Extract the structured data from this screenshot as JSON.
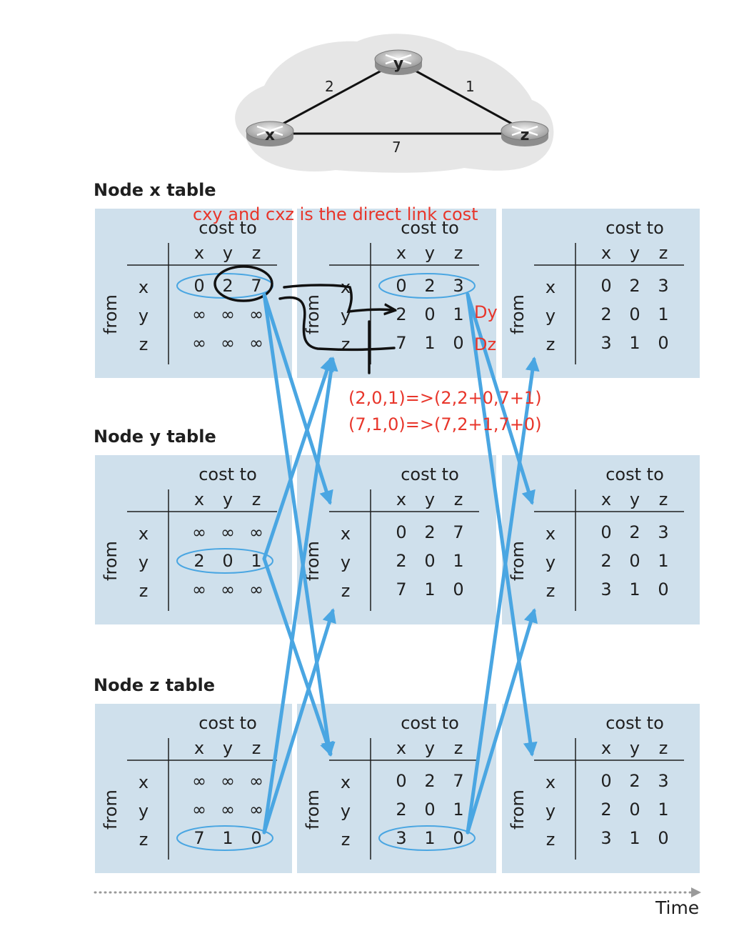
{
  "topology": {
    "nodes": {
      "x": "x",
      "y": "y",
      "z": "z"
    },
    "links": [
      {
        "from": "x",
        "to": "y",
        "cost": "2"
      },
      {
        "from": "y",
        "to": "z",
        "cost": "1"
      },
      {
        "from": "x",
        "to": "z",
        "cost": "7"
      }
    ]
  },
  "node_titles": [
    "Node x table",
    "Node y table",
    "Node z table"
  ],
  "table": {
    "header": "cost to",
    "from_label": "from",
    "columns": [
      "x",
      "y",
      "z"
    ],
    "rows": [
      "x",
      "y",
      "z"
    ]
  },
  "tables": [
    [
      [
        [
          "0",
          "2",
          "7"
        ],
        [
          "∞",
          "∞",
          "∞"
        ],
        [
          "∞",
          "∞",
          "∞"
        ]
      ],
      [
        [
          "0",
          "2",
          "3"
        ],
        [
          "2",
          "0",
          "1"
        ],
        [
          "7",
          "1",
          "0"
        ]
      ],
      [
        [
          "0",
          "2",
          "3"
        ],
        [
          "2",
          "0",
          "1"
        ],
        [
          "3",
          "1",
          "0"
        ]
      ]
    ],
    [
      [
        [
          "∞",
          "∞",
          "∞"
        ],
        [
          "2",
          "0",
          "1"
        ],
        [
          "∞",
          "∞",
          "∞"
        ]
      ],
      [
        [
          "0",
          "2",
          "7"
        ],
        [
          "2",
          "0",
          "1"
        ],
        [
          "7",
          "1",
          "0"
        ]
      ],
      [
        [
          "0",
          "2",
          "3"
        ],
        [
          "2",
          "0",
          "1"
        ],
        [
          "3",
          "1",
          "0"
        ]
      ]
    ],
    [
      [
        [
          "∞",
          "∞",
          "∞"
        ],
        [
          "∞",
          "∞",
          "∞"
        ],
        [
          "7",
          "1",
          "0"
        ]
      ],
      [
        [
          "0",
          "2",
          "7"
        ],
        [
          "2",
          "0",
          "1"
        ],
        [
          "3",
          "1",
          "0"
        ]
      ],
      [
        [
          "0",
          "2",
          "3"
        ],
        [
          "2",
          "0",
          "1"
        ],
        [
          "3",
          "1",
          "0"
        ]
      ]
    ]
  ],
  "annotations": {
    "note_top": "cxy and cxz is the direct link cost",
    "dy": "Dy",
    "dz": "Dz",
    "calc1": "(2,0,1)=>(2,2+0,7+1)",
    "calc2": "(7,1,0)=>(7,2+1,7+0)"
  },
  "time_label": "Time",
  "colors": {
    "panel": "#cfe0ec",
    "arrow": "#4aa6e2",
    "annotation": "#e8352a",
    "ink": "#111111"
  }
}
